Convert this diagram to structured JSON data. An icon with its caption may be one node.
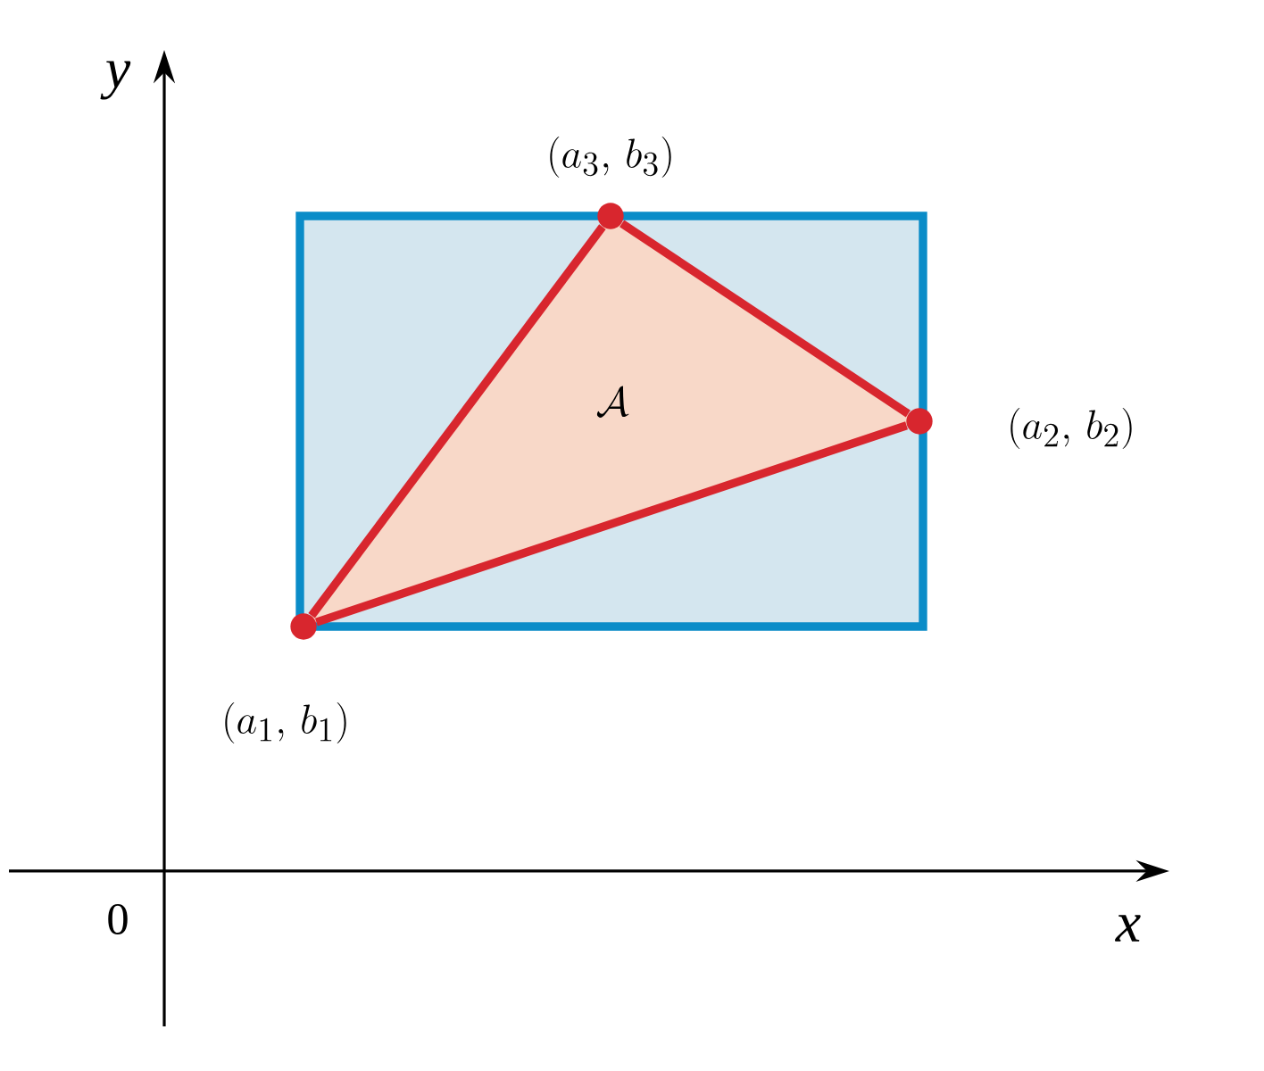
{
  "diagram": {
    "nodes": [
      {
        "text": [],
        "shape": "circle",
        "beside": [
          "(a_1,\\, b_1)"
        ]
      },
      {
        "text": [],
        "shape": "circle",
        "beside": [
          "(a_2,\\, b_2)"
        ]
      },
      {
        "text": [],
        "shape": "circle",
        "beside": [
          "(a_3,\\, b_3)"
        ]
      }
    ],
    "edges": [
      {
        "from": 0,
        "to": 1,
        "arrow": "none"
      },
      {
        "from": 1,
        "to": 2,
        "arrow": "none"
      },
      {
        "from": 2,
        "to": 0,
        "arrow": "none"
      }
    ],
    "labels": [
      "y",
      "x",
      "0",
      "\\mathcal{A}"
    ]
  }
}
